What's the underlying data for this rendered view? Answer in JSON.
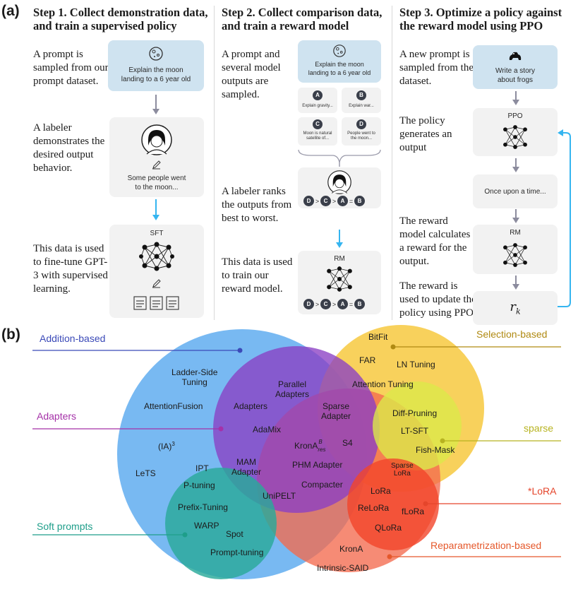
{
  "panel_a": {
    "label": "(a)",
    "step1": {
      "title_line1": "Step 1. Collect demonstration data,",
      "title_line2": "and train a supervised policy",
      "desc1": "A prompt is\nsampled from our\nprompt dataset.",
      "desc2": "A labeler\ndemonstrates the\ndesired output\nbehavior.",
      "desc3": "This data is used\nto fine-tune GPT-\n3 with supervised\nlearning.",
      "prompt_card": "Explain the moon\nlanding to a 6 year old",
      "demo_card": "Some people went\nto the moon...",
      "model_label": "SFT"
    },
    "step2": {
      "title_line1": "Step 2. Collect comparison data,",
      "title_line2": "and train a reward model",
      "desc1": "A prompt and\nseveral model\noutputs are\nsampled.",
      "desc2": "A labeler ranks\nthe outputs from\nbest to worst.",
      "desc3": "This data is used\nto train our\nreward model.",
      "prompt_card": "Explain the moon\nlanding to a 6 year old",
      "outputs": [
        {
          "badge": "A",
          "text": "Explain gravity..."
        },
        {
          "badge": "B",
          "text": "Explain war..."
        },
        {
          "badge": "C",
          "text": "Moon is natural\nsatellite of..."
        },
        {
          "badge": "D",
          "text": "People went to\nthe moon..."
        }
      ],
      "ranking": [
        "D",
        ">",
        "C",
        ">",
        "A",
        "=",
        "B"
      ],
      "model_label": "RM"
    },
    "step3": {
      "title_line1": "Step 3. Optimize a policy against",
      "title_line2": "the reward model using PPO",
      "desc1": "A new prompt is\nsampled from the\ndataset.",
      "desc2": "The policy\ngenerates an\noutput",
      "desc3": "The reward\nmodel calculates\na reward for the\noutput.",
      "desc4": "The reward is\nused to update the\npolicy using PPO.",
      "prompt_card": "Write a story\nabout frogs",
      "policy_label": "PPO",
      "output_card": "Once upon a time...",
      "model_label": "RM",
      "reward_symbol": "r",
      "reward_sub": "k"
    }
  },
  "panel_b": {
    "label": "(b)",
    "categories": [
      {
        "name": "Addition-based",
        "color": "#3b4ab8"
      },
      {
        "name": "Selection-based",
        "color": "#b08a12"
      },
      {
        "name": "Adapters",
        "color": "#a531a8"
      },
      {
        "name": "sparse",
        "color": "#b7b320"
      },
      {
        "name": "*LoRA",
        "color": "#e5452b"
      },
      {
        "name": "Soft prompts",
        "color": "#1e9e8a"
      },
      {
        "name": "Reparametrization-based",
        "color": "#e5582b"
      }
    ],
    "methods": {
      "ladder_side": "Ladder-Side\nTuning",
      "attention_fusion": "AttentionFusion",
      "ia3": "(IA)",
      "ia3_sup": "3",
      "lets": "LeTS",
      "parallel_adapters": "Parallel\nAdapters",
      "adapters": "Adapters",
      "adamix": "AdaMix",
      "sparse_adapter": "Sparse\nAdapter",
      "mam_adapter": "MAM\nAdapter",
      "krona": "KronA",
      "krona_sup": "B",
      "krona_sub": "res",
      "s4": "S4",
      "phm_adapter": "PHM Adapter",
      "compacter": "Compacter",
      "unipelt": "UniPELT",
      "ipt": "IPT",
      "p_tuning": "P-tuning",
      "prefix_tuning": "Prefix-Tuning",
      "warp": "WARP",
      "spot": "Spot",
      "prompt_tuning": "Prompt-tuning",
      "bitfit": "BitFit",
      "far": "FAR",
      "ln_tuning": "LN Tuning",
      "attention_tuning": "Attention Tuning",
      "diff_pruning": "Diff-Pruning",
      "lt_sft": "LT-SFT",
      "fish_mask": "Fish-Mask",
      "sparse_lora": "Sparse\nLoRa",
      "lora": "LoRa",
      "relora": "ReLoRa",
      "flora": "fLoRa",
      "qlora": "QLoRa",
      "krona_plain": "KronA",
      "intrinsic_said": "Intrinsic-SAID"
    }
  },
  "colors": {
    "addition": "#5aa9ef",
    "selection": "#f7c940",
    "adapters": "#8a3fc4",
    "sparse": "#dce84a",
    "lora": "#f2452b",
    "soft": "#2aa99a",
    "reparam": "#f46a4e",
    "arrow_gray": "#8c8c9e",
    "arrow_blue": "#35b5f0",
    "card_blue": "#cfe3f0"
  }
}
